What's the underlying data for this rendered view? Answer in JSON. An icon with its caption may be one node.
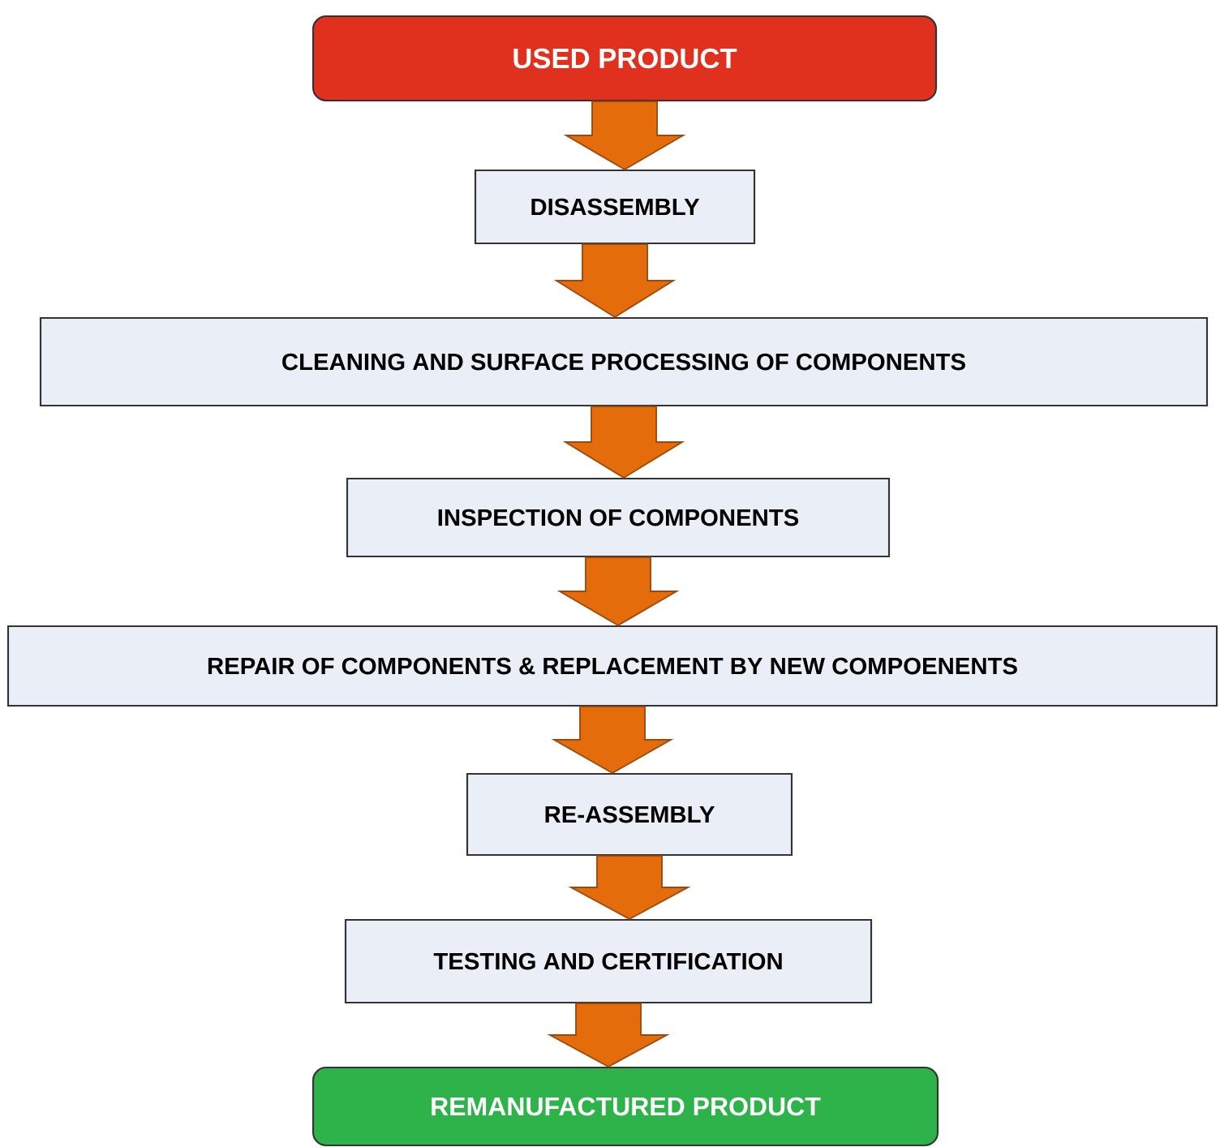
{
  "diagram": {
    "nodes": [
      {
        "text": [
          "USED PRODUCT"
        ]
      },
      {
        "text": [
          "DISASSEMBLY"
        ]
      },
      {
        "text": [
          "CLEANING AND SURFACE PROCESSING OF COMPONENTS"
        ]
      },
      {
        "text": [
          "INSPECTION OF COMPONENTS"
        ]
      },
      {
        "text": [
          "REPAIR OF COMPONENTS & REPLACEMENT BY NEW COMPOENENTS"
        ]
      },
      {
        "text": [
          "RE-ASSEMBLY"
        ]
      },
      {
        "text": [
          "TESTING AND CERTIFICATION"
        ]
      },
      {
        "text": [
          "REMANUFACTURED PRODUCT"
        ]
      }
    ],
    "edges": [
      {
        "from": 0,
        "to": 1,
        "arrow": "to"
      },
      {
        "from": 1,
        "to": 2,
        "arrow": "to"
      },
      {
        "from": 2,
        "to": 3,
        "arrow": "to"
      },
      {
        "from": 3,
        "to": 4,
        "arrow": "to"
      },
      {
        "from": 4,
        "to": 5,
        "arrow": "to"
      },
      {
        "from": 5,
        "to": 6,
        "arrow": "to"
      },
      {
        "from": 6,
        "to": 7,
        "arrow": "to"
      }
    ]
  }
}
